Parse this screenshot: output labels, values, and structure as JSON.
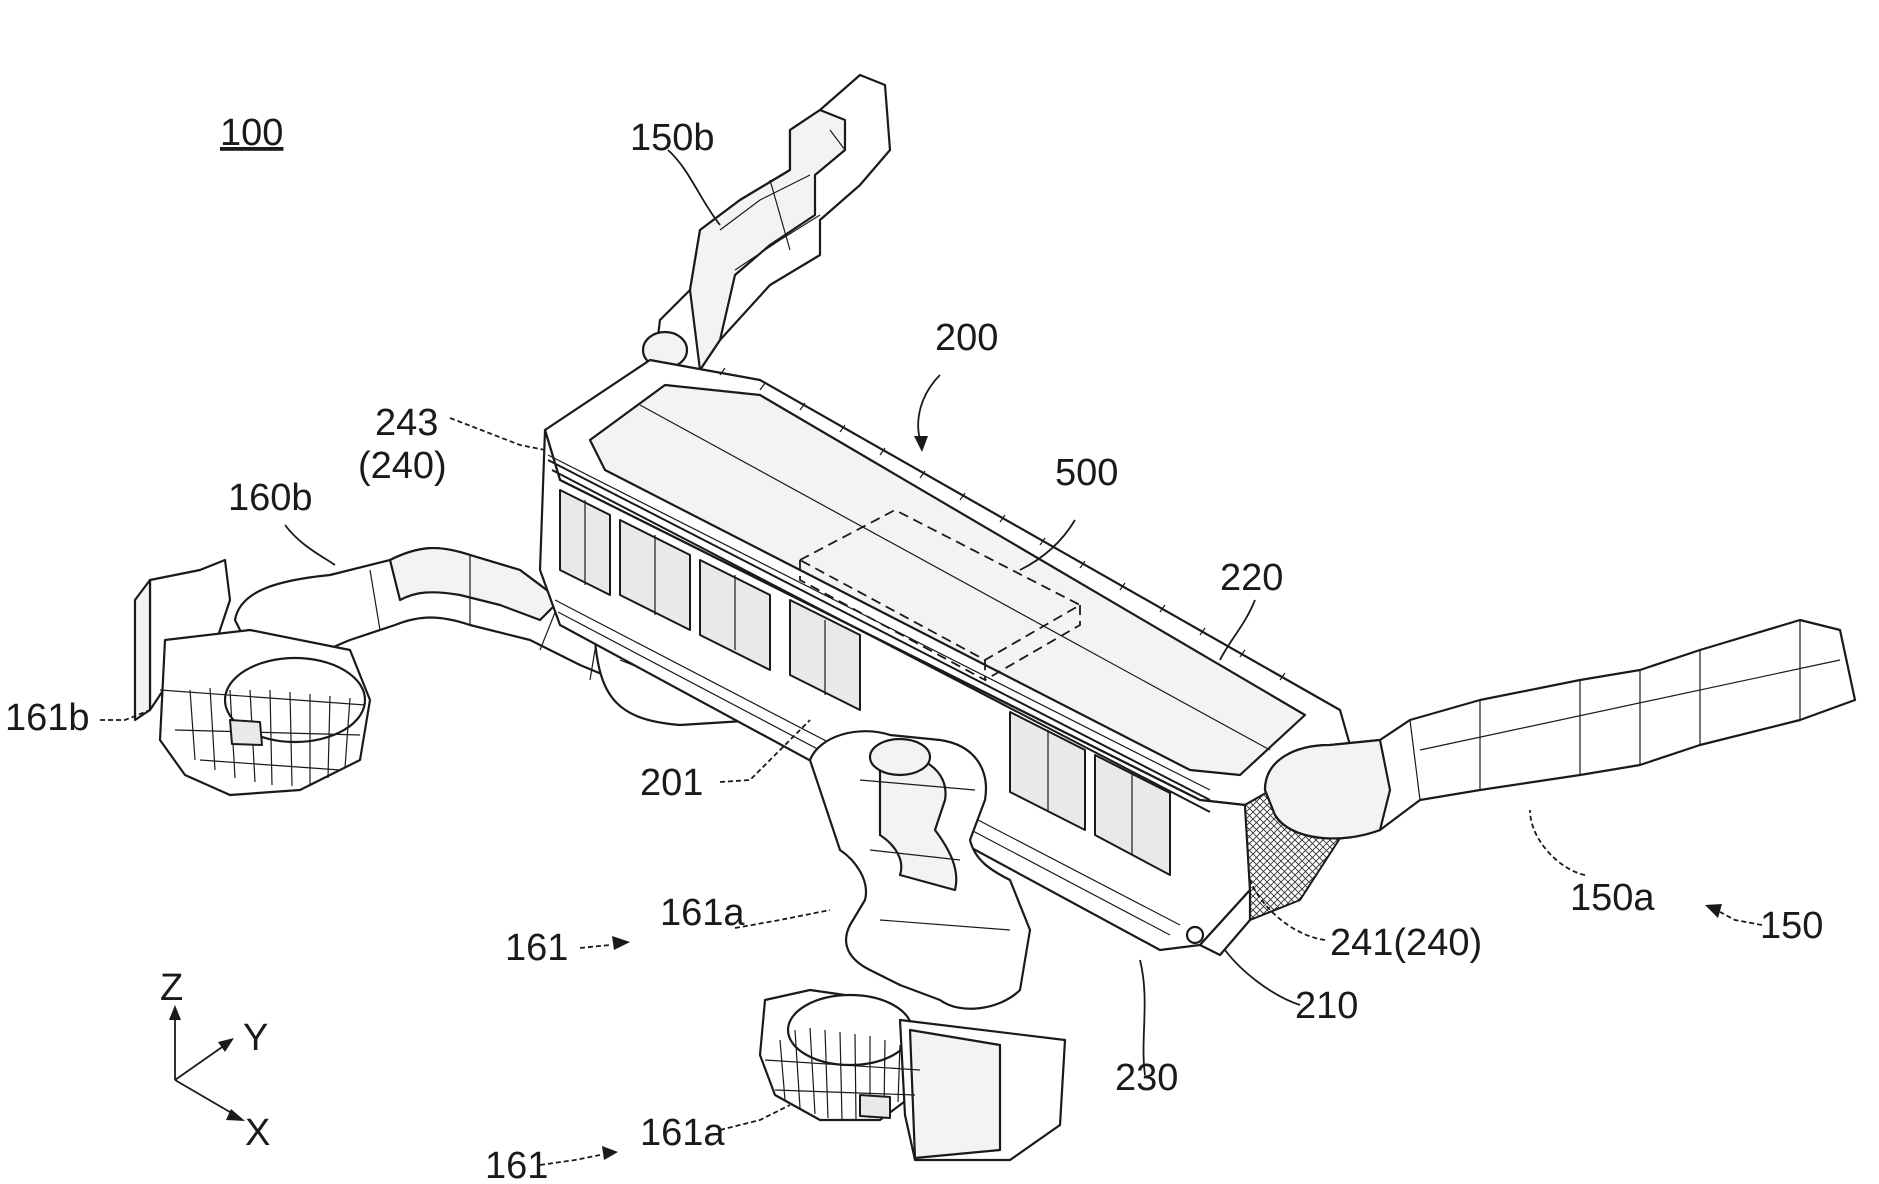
{
  "figure": {
    "labels": {
      "assembly": "100",
      "duct_rear": "150b",
      "module": "200",
      "cover_end": "243",
      "cover_end_group": "(240)",
      "cover_part": "500",
      "duct_left": "160b",
      "top_cover": "220",
      "fan_left": "161b",
      "side": "201",
      "fan_ref_1": "161",
      "fan_part_1": "161a",
      "fan_ref_2": "161",
      "fan_part_2": "161a",
      "duct_right": "150a",
      "duct_group": "150",
      "end_plate": "241(240)",
      "case": "210",
      "base": "230"
    },
    "axes": {
      "z": "Z",
      "y": "Y",
      "x": "X"
    }
  }
}
